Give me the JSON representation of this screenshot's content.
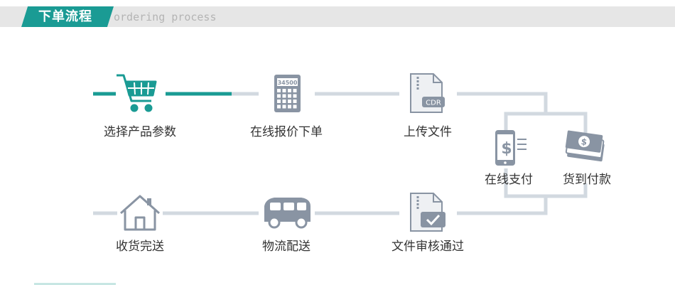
{
  "header": {
    "title": "下单流程",
    "subtitle": "ordering process"
  },
  "steps": {
    "select": "选择产品参数",
    "quote": "在线报价下单",
    "upload": "上传文件",
    "online_pay": "在线支付",
    "cod": "货到付款",
    "receive": "收货完送",
    "deliver": "物流配送",
    "review": "文件审核通过"
  },
  "icons": {
    "cart": "shopping-cart-icon",
    "calculator": "calculator-icon",
    "calculator_display": "34500",
    "cdr_file": "cdr-file-icon",
    "cdr_badge": "CDR",
    "phone_pay": "mobile-payment-icon",
    "phone_symbol": "$",
    "money": "money-bills-icon",
    "money_symbol": "$",
    "house": "house-icon",
    "van": "van-icon",
    "file_check": "file-check-icon"
  },
  "colors": {
    "accent": "#1a9b94",
    "line": "#d2d9e0",
    "icon_gray": "#8994a3",
    "text": "#333333"
  }
}
